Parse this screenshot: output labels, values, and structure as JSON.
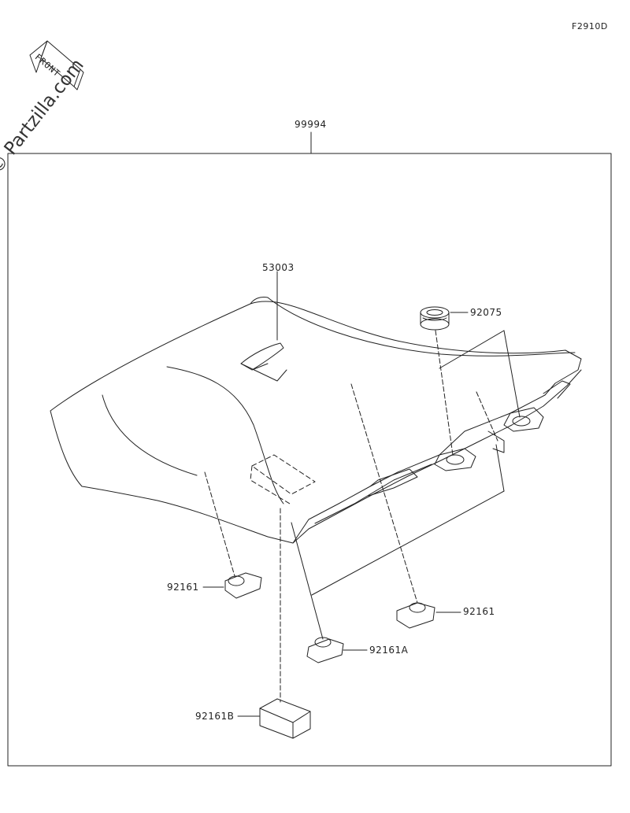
{
  "figure_code": "F2910D",
  "front_label": "FRONT",
  "watermark": "© Partzilla.com",
  "parts": {
    "assembly": "99994",
    "seat_pad": "53003",
    "grommet": "92075",
    "cushion_left": "92161",
    "cushion_right": "92161",
    "cushion_a": "92161A",
    "cushion_b": "92161B"
  }
}
